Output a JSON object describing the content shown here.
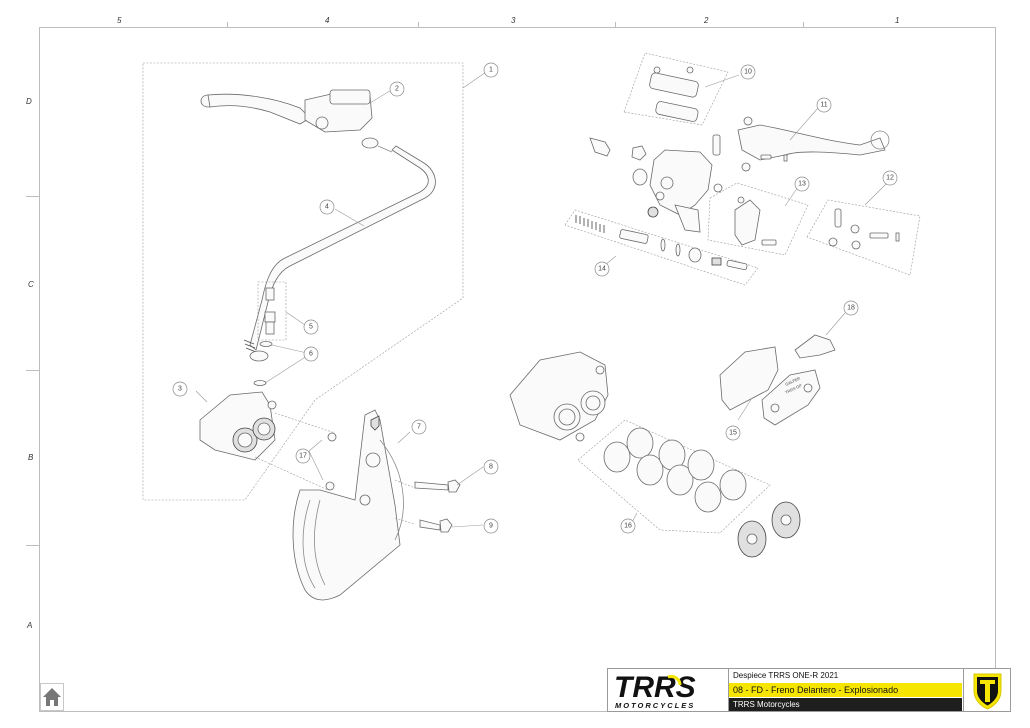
{
  "sheet": {
    "column_labels": [
      "5",
      "4",
      "3",
      "2",
      "1"
    ],
    "row_labels": [
      "D",
      "C",
      "B",
      "A"
    ]
  },
  "diagram": {
    "subject": "Front brake exploded view",
    "callouts": [
      "1",
      "2",
      "3",
      "4",
      "5",
      "6",
      "7",
      "8",
      "9",
      "10",
      "11",
      "12",
      "13",
      "14",
      "15",
      "16",
      "17",
      "18"
    ],
    "part_markings": {
      "pad_text_1": "GALFER",
      "pad_text_2": "TRRS GP"
    }
  },
  "title_block": {
    "document": "Despiece TRRS ONE-R  2021",
    "section": "08 - FD - Freno Delantero - Explosionado",
    "company": "TRRS Motorcycles",
    "logo_text_main": "TRRS",
    "logo_text_sub": "MOTORCYCLES"
  },
  "nav": {
    "home_icon": "home-icon"
  },
  "colors": {
    "accent_yellow": "#f5e500",
    "dark_band": "#1e1e1e",
    "frame_gray": "#bdbdbd",
    "line_gray": "#8a8a8a"
  }
}
